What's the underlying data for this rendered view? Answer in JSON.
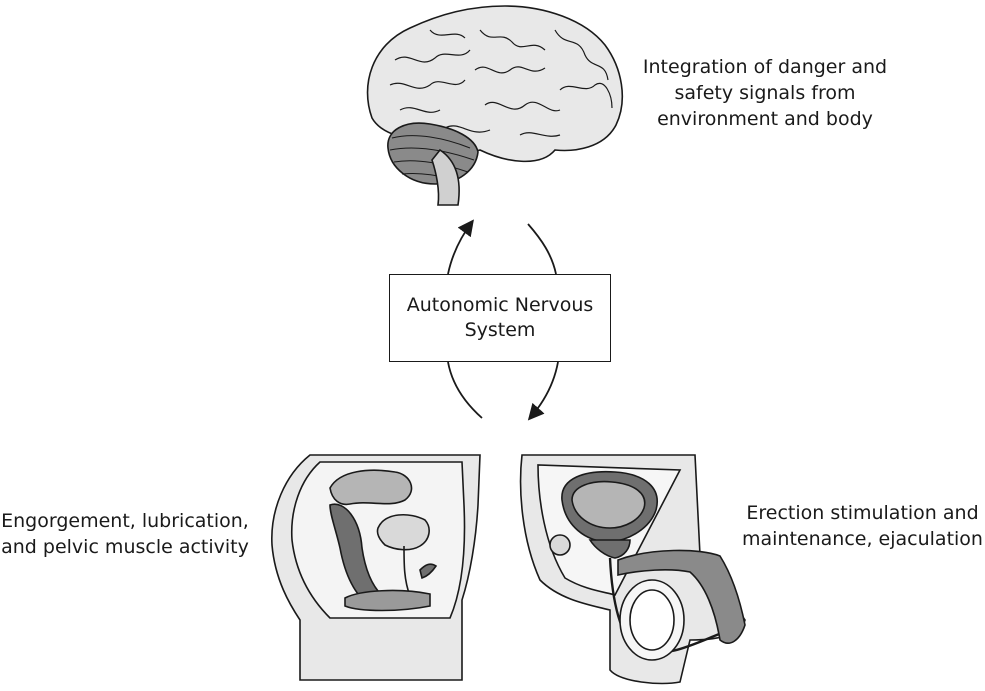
{
  "center_box": {
    "line1": "Autonomic Nervous",
    "line2": "System"
  },
  "brain": {
    "label_line1": "Integration of danger and",
    "label_line2": "safety signals from",
    "label_line3": "environment and body"
  },
  "female": {
    "label_line1": "Engorgement, lubrication,",
    "label_line2": "and pelvic muscle activity"
  },
  "male": {
    "label_line1": "Erection stimulation and",
    "label_line2": "maintenance, ejaculation"
  },
  "colors": {
    "line": "#1a1a1a",
    "light_fill": "#e8e8e8",
    "mid_fill": "#b5b5b5",
    "dark_fill": "#6f6f6f"
  }
}
